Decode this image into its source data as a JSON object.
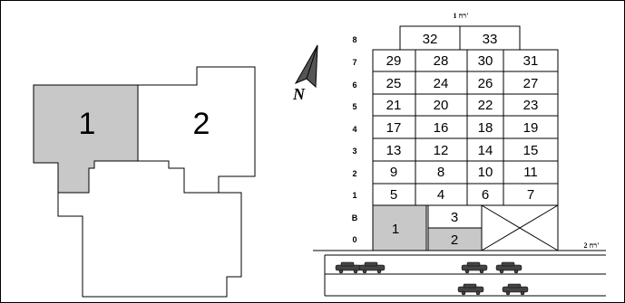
{
  "site_plan": {
    "lots": [
      {
        "label": "1",
        "shaded": true
      },
      {
        "label": "2",
        "shaded": false
      }
    ]
  },
  "north_arrow": {
    "label": "N"
  },
  "building": {
    "top_label": "1 רח'",
    "street_label": "2 רח'",
    "floors": [
      {
        "label": "8",
        "units": [
          "32",
          "33"
        ]
      },
      {
        "label": "7",
        "units": [
          "29",
          "28",
          "30",
          "31"
        ]
      },
      {
        "label": "6",
        "units": [
          "25",
          "24",
          "26",
          "27"
        ]
      },
      {
        "label": "5",
        "units": [
          "21",
          "20",
          "22",
          "23"
        ]
      },
      {
        "label": "4",
        "units": [
          "17",
          "16",
          "18",
          "19"
        ]
      },
      {
        "label": "3",
        "units": [
          "13",
          "12",
          "14",
          "15"
        ]
      },
      {
        "label": "2",
        "units": [
          "9",
          "8",
          "10",
          "11"
        ]
      },
      {
        "label": "1",
        "units": [
          "5",
          "4",
          "6",
          "7"
        ]
      },
      {
        "label": "B",
        "units": [
          "1",
          "3"
        ]
      },
      {
        "label": "0",
        "units": [
          "2"
        ]
      }
    ]
  },
  "colors": {
    "shade": "#c8c8c8",
    "line": "#000000"
  }
}
